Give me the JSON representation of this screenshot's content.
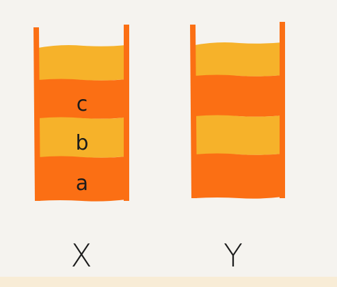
{
  "colors": {
    "background": "#f5f3ef",
    "light_block": "#f6b22a",
    "dark_block": "#fb6f14",
    "wall": "#fb6f14",
    "text": "#1b1b1b"
  },
  "stacks": [
    {
      "label": "X",
      "layers": [
        {
          "color": "light",
          "text": ""
        },
        {
          "color": "dark",
          "text": "c"
        },
        {
          "color": "light",
          "text": "b"
        },
        {
          "color": "dark",
          "text": "a"
        }
      ]
    },
    {
      "label": "Y",
      "layers": [
        {
          "color": "light",
          "text": ""
        },
        {
          "color": "dark",
          "text": ""
        },
        {
          "color": "light",
          "text": ""
        },
        {
          "color": "dark",
          "text": ""
        }
      ]
    }
  ]
}
